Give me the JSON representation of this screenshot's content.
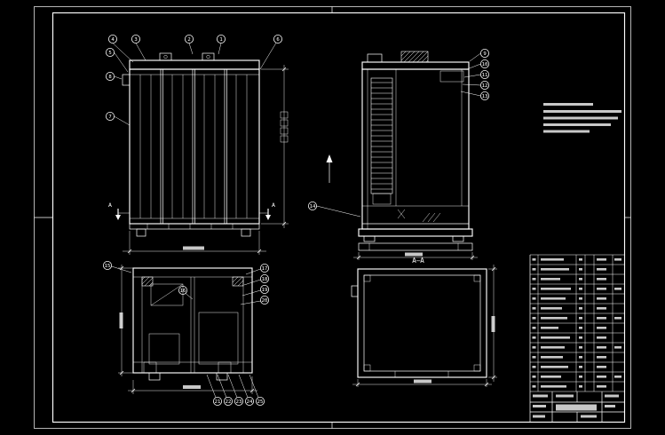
{
  "drawing_meta": {
    "type": "cad-engineering-drawing",
    "background_color": "#000000",
    "line_color": "#ffffff"
  },
  "callouts": {
    "front_top": [
      "4",
      "3",
      "2",
      "1",
      "6"
    ],
    "front_left": [
      "5",
      "8",
      "7"
    ],
    "side_right": [
      "9",
      "10",
      "11",
      "12",
      "13"
    ],
    "side_left": [
      "14"
    ],
    "section_left": [
      "15"
    ],
    "section_mid": [
      "16"
    ],
    "section_right": [
      "17",
      "18",
      "19",
      "20"
    ],
    "section_bottom": [
      "21",
      "22",
      "23",
      "24",
      "25"
    ]
  },
  "labels": {
    "section_arrow_left": "A",
    "section_arrow_right": "A",
    "view4_title": "A—A"
  }
}
